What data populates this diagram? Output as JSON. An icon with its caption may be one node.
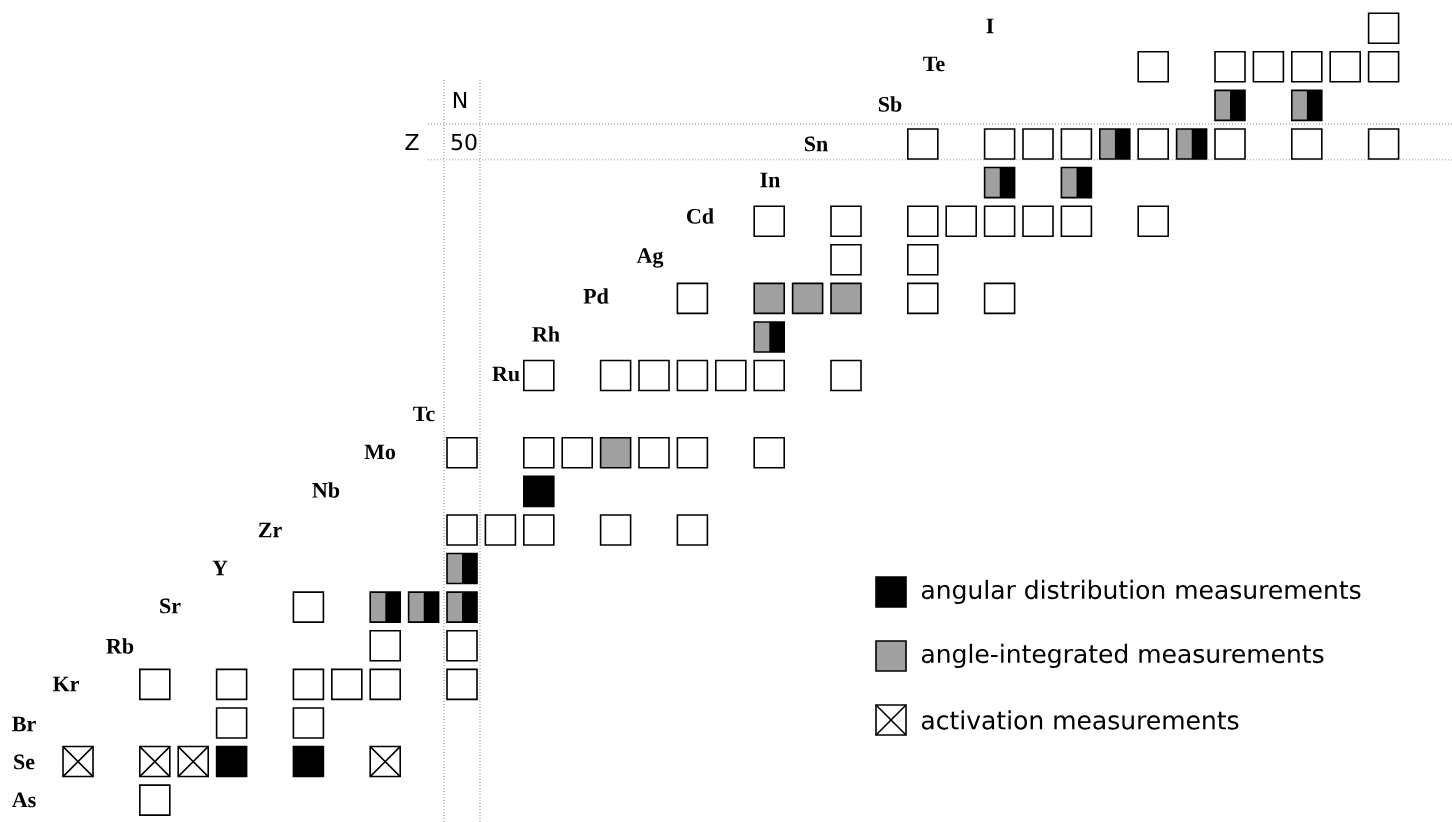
{
  "diagram": {
    "labels": [
      "I",
      "Te",
      "N",
      "Sb",
      "Z",
      "50",
      "Sn",
      "In",
      "Cd",
      "Ag",
      "Pd",
      "Rh",
      "Ru",
      "Tc",
      "Mo",
      "Nb",
      "Zr",
      "Y",
      "Sr",
      "Rb",
      "Kr",
      "Br",
      "Se",
      "As"
    ],
    "legend": [
      {
        "text": "angular distribution measurements",
        "color": "#000000"
      },
      {
        "text": "angle-integrated measurements",
        "color": "#a0a0a0"
      },
      {
        "text": "activation measurements"
      }
    ]
  }
}
